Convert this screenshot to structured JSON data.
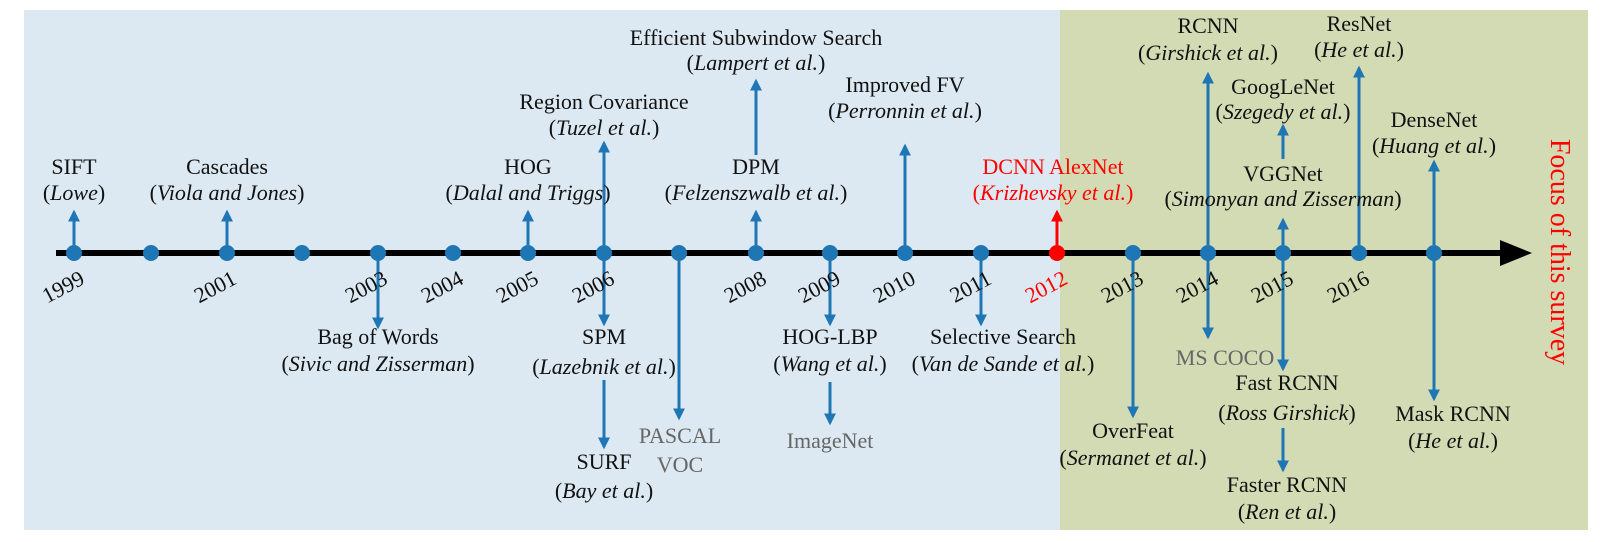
{
  "colors": {
    "left_panel": "#dce9f2",
    "right_panel": "#d3dbb5",
    "timeline": "#000000",
    "node": "#1f76b4",
    "highlight": "#ff0000",
    "dataset_text": "#666666"
  },
  "survey_label": "Focus of this survey",
  "years": [
    "1999",
    "2001",
    "2003",
    "2004",
    "2005",
    "2006",
    "2008",
    "2009",
    "2010",
    "2011",
    "2012",
    "2013",
    "2014",
    "2015",
    "2016"
  ],
  "events": [
    {
      "name": "SIFT",
      "authors": "Lowe"
    },
    {
      "name": "Cascades",
      "authors": "Viola and Jones"
    },
    {
      "name": "HOG",
      "authors": "Dalal and Triggs"
    },
    {
      "name": "Region Covariance",
      "authors": "Tuzel et al."
    },
    {
      "name": "Efficient Subwindow Search",
      "authors": "Lampert et al."
    },
    {
      "name": "DPM",
      "authors": "Felzenszwalb et al."
    },
    {
      "name": "Improved FV",
      "authors": "Perronnin et al."
    },
    {
      "name": "DCNN AlexNet",
      "authors": "Krizhevsky et al."
    },
    {
      "name": "RCNN",
      "authors": "Girshick et al."
    },
    {
      "name": "ResNet",
      "authors": "He et al."
    },
    {
      "name": "GoogLeNet",
      "authors": "Szegedy et al."
    },
    {
      "name": "DenseNet",
      "authors": "Huang et al."
    },
    {
      "name": "VGGNet",
      "authors": "Simonyan and Zisserman"
    },
    {
      "name": "Bag of Words",
      "authors": "Sivic and Zisserman"
    },
    {
      "name": "SPM",
      "authors": "Lazebnik et al."
    },
    {
      "name": "SURF",
      "authors": "Bay et al."
    },
    {
      "name": "HOG-LBP",
      "authors": "Wang et al."
    },
    {
      "name": "Selective Search",
      "authors": "Van de Sande et al."
    },
    {
      "name": "OverFeat",
      "authors": "Sermanet et al."
    },
    {
      "name": "Fast RCNN",
      "authors": "Ross Girshick"
    },
    {
      "name": "Faster RCNN",
      "authors": "Ren et al."
    },
    {
      "name": "Mask RCNN",
      "authors": "He et al."
    }
  ],
  "datasets": [
    "PASCAL",
    "VOC",
    "ImageNet",
    "MS COCO"
  ]
}
